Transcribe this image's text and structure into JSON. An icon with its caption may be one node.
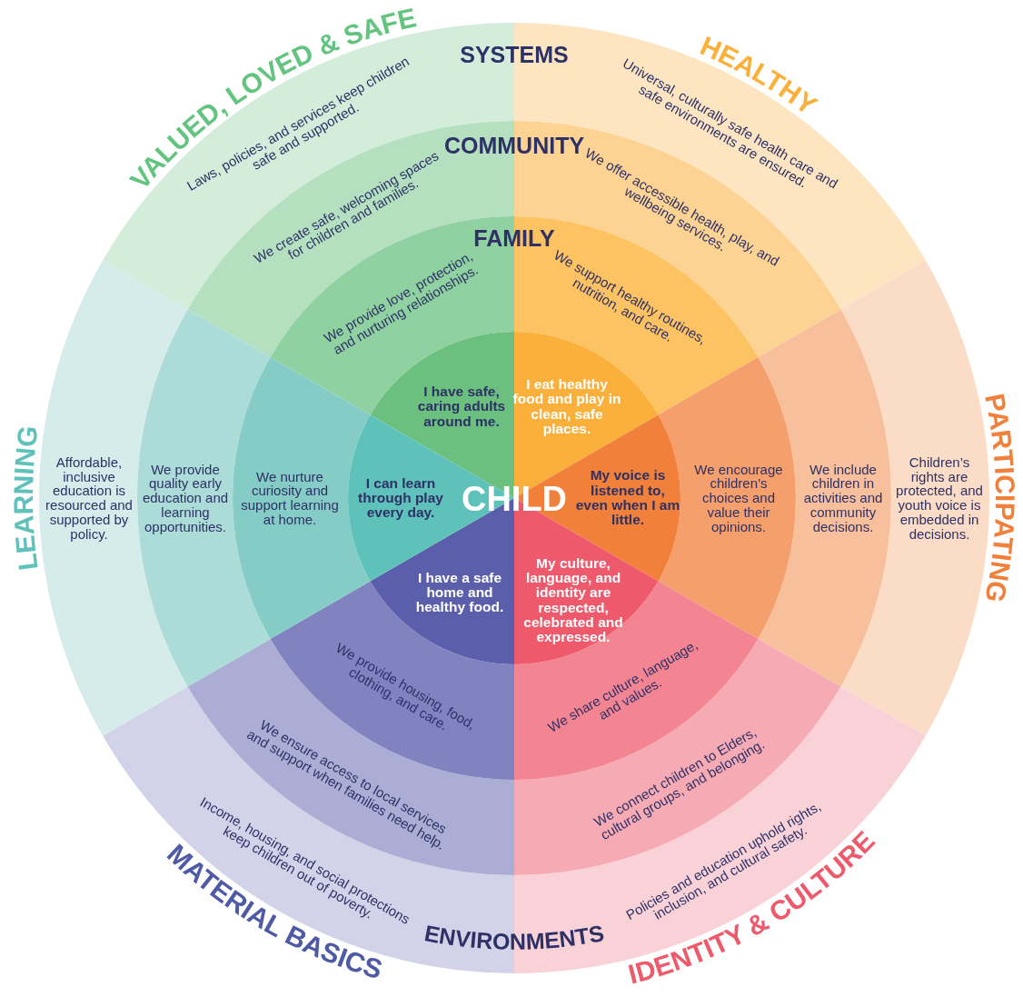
{
  "diagram": {
    "nodes": [
      {
        "text": [
          "Laws, policies, and services keep children safe and supported."
        ]
      },
      {
        "text": [
          "We create safe, welcoming spaces for children and families."
        ]
      },
      {
        "text": [
          "We provide love, protection, and nurturing relationships."
        ]
      },
      {
        "text": [
          "I have safe, caring adults around me."
        ]
      },
      {
        "text": [
          "Universal, culturally safe health care and safe environments are ensured."
        ]
      },
      {
        "text": [
          "We offer accessible health, play, and wellbeing services."
        ]
      },
      {
        "text": [
          "We support healthy routines, nutrition, and care."
        ]
      },
      {
        "text": [
          "I eat healthy food and play in clean, safe places."
        ]
      },
      {
        "text": [
          "Children’s rights are protected, and youth voice is embedded in decisions."
        ]
      },
      {
        "text": [
          "We include children in activities and community decisions."
        ]
      },
      {
        "text": [
          "We encourage children’s choices and value their opinions."
        ]
      },
      {
        "text": [
          "My voice is listened to, even when I am little."
        ]
      },
      {
        "text": [
          "Policies and education uphold rights, inclusion, and cultural safety."
        ]
      },
      {
        "text": [
          "We connect children to Elders, cultural groups, and belonging."
        ]
      },
      {
        "text": [
          "We share culture, language, and values."
        ]
      },
      {
        "text": [
          "My culture, language, and identity are respected, celebrated and expressed."
        ]
      },
      {
        "text": [
          "Income, housing, and social protections keep children out of poverty."
        ]
      },
      {
        "text": [
          "We ensure access to local services and support when families need help."
        ]
      },
      {
        "text": [
          "We provide housing, food, clothing, and care."
        ]
      },
      {
        "text": [
          "I have a safe home and healthy food."
        ]
      },
      {
        "text": [
          "Affordable, inclusive education is resourced and supported by policy."
        ]
      },
      {
        "text": [
          "We provide quality early education and learning opportunities."
        ]
      },
      {
        "text": [
          "We nurture curiosity and support learning at home."
        ]
      },
      {
        "text": [
          "I can learn through play every day."
        ]
      }
    ],
    "labels": [
      "VALUED, LOVED & SAFE",
      "SYSTEMS",
      "HEALTHY",
      "COMMUNITY",
      "FAMILY",
      "LEARNING",
      "CHILD",
      "PARTICIPATING",
      "MATERIAL BASICS",
      "ENVIRONMENTS",
      "IDENTITY & CULTURE"
    ]
  }
}
